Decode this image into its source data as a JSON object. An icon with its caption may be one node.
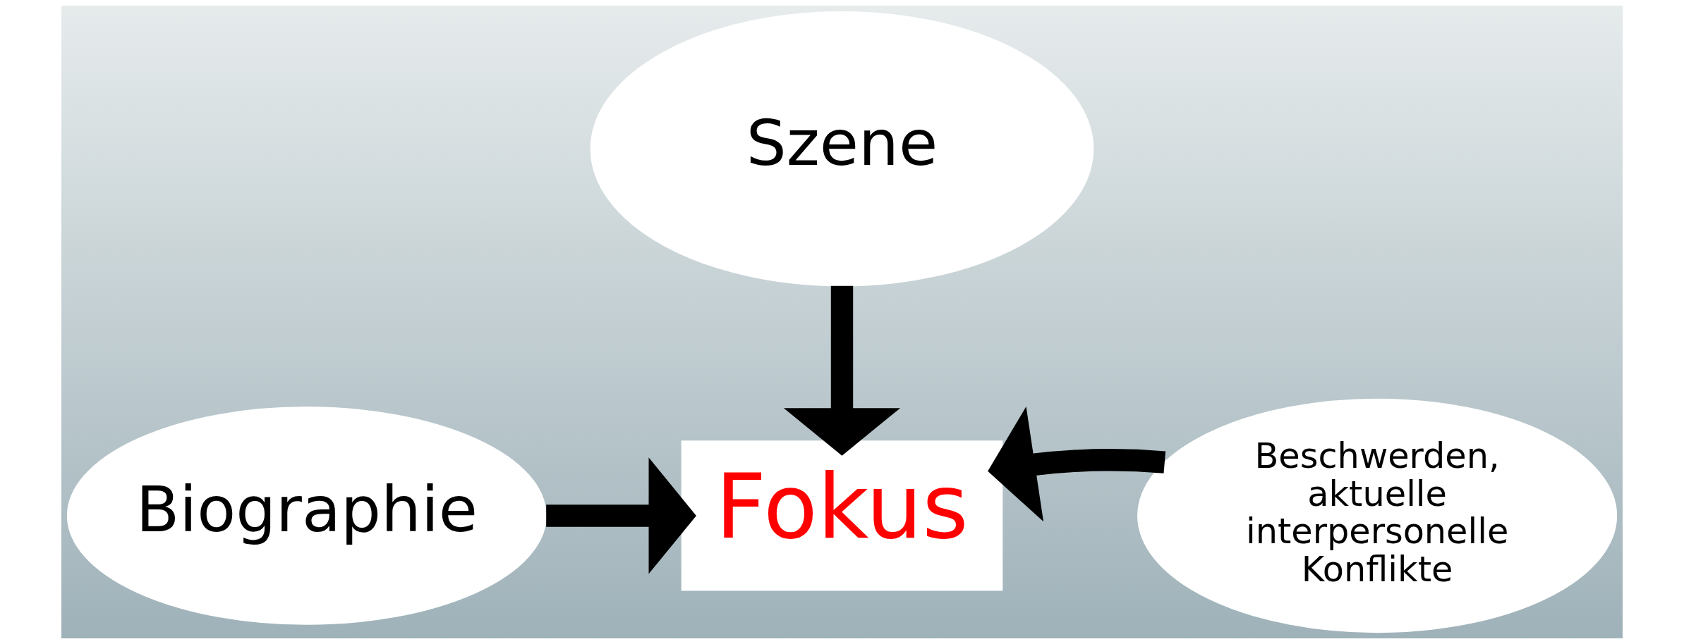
{
  "diagram": {
    "nodes": [
      {
        "text": [
          "Szene"
        ]
      },
      {
        "text": [
          "Fokus"
        ]
      },
      {
        "text": [
          "Biographie"
        ]
      },
      {
        "text": [
          "Beschwerden, aktuelle interpersonelle Konflikte"
        ]
      }
    ],
    "edges": [
      {
        "from": 0,
        "to": 1,
        "arrow": "to"
      },
      {
        "from": 2,
        "to": 1,
        "arrow": "to"
      },
      {
        "from": 3,
        "to": 1,
        "arrow": "to"
      }
    ]
  }
}
